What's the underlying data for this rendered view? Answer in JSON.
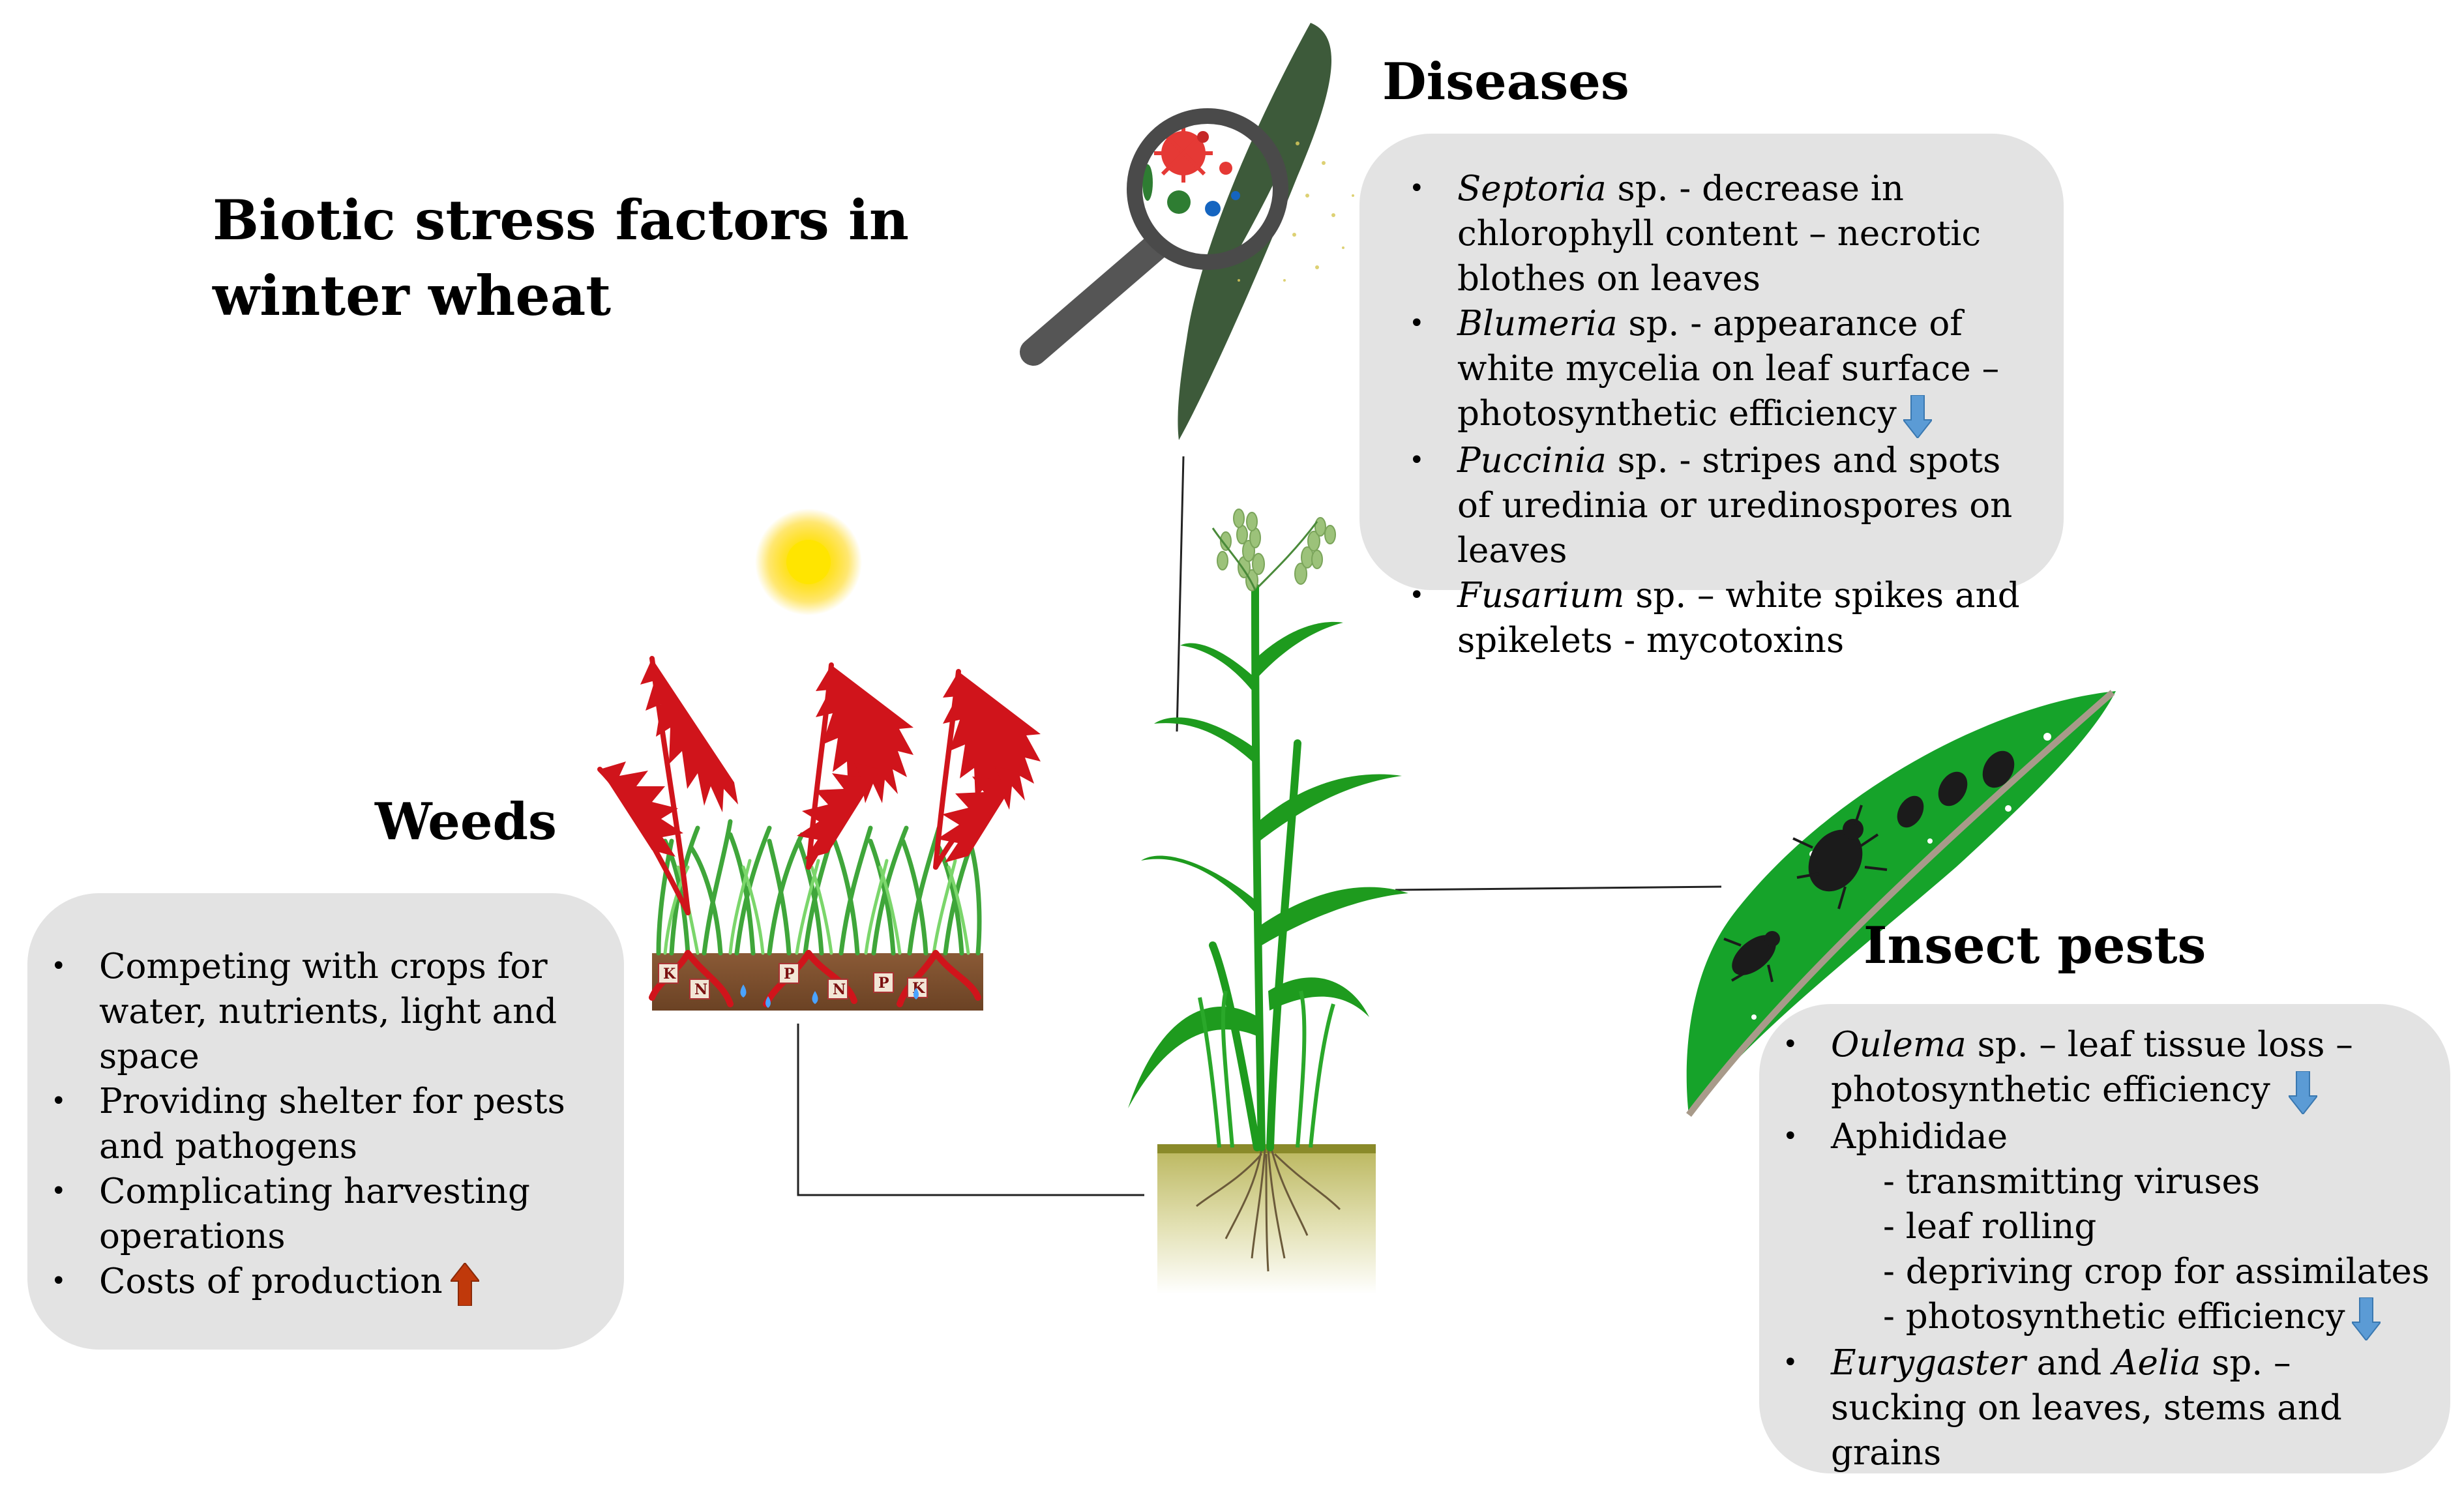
{
  "title": {
    "line1": "Biotic stress factors in",
    "line2": "winter wheat"
  },
  "diseases": {
    "heading": "Diseases",
    "items": [
      {
        "genus": "Septoria",
        "text": " sp. - decrease in chlorophyll content – necrotic blothes on leaves"
      },
      {
        "genus": "Blumeria",
        "text": " sp. - appearance of white mycelia on leaf surface – photosynthetic efficiency"
      },
      {
        "genus": "Puccinia",
        "text": " sp.  -  stripes and spots of uredinia or uredinospores on leaves"
      },
      {
        "genus": "Fusarium",
        "text": " sp. – white spikes and spikelets - mycotoxins"
      }
    ]
  },
  "weeds": {
    "heading": "Weeds",
    "items": [
      "Competing with crops for water, nutrients, light and space",
      "Providing shelter for pests and pathogens",
      "Complicating harvesting operations",
      "Costs of production"
    ],
    "soil_labels": [
      "K",
      "N",
      "P",
      "N",
      "P",
      "K"
    ]
  },
  "insects": {
    "heading": "Insect pests",
    "item1_genus": "Oulema",
    "item1_text": " sp. – leaf tissue loss – photosynthetic efficiency",
    "item2": "Aphididae",
    "sub_items": [
      "- transmitting viruses",
      "- leaf rolling",
      "- depriving crop for assimilates",
      "- photosynthetic efficiency"
    ],
    "item3_genus1": "Eurygaster",
    "item3_and": " and ",
    "item3_genus2": "Aelia",
    "item3_text": " sp. – sucking on leaves, stems and grains"
  },
  "bullet": "•",
  "colors": {
    "box_bg": "#e3e3e3",
    "leaf_dark": "#3d5a3a",
    "leaf_green": "#1f8a1f",
    "weed_red": "#d0141b",
    "arrow_down": "#5b9bd5",
    "arrow_up": "#c0390b",
    "sun": "#ffd400"
  },
  "icons": [
    "magnifier-icon",
    "virus-icon",
    "sun-icon",
    "arrow-down-icon",
    "arrow-up-icon",
    "insect-icon"
  ]
}
